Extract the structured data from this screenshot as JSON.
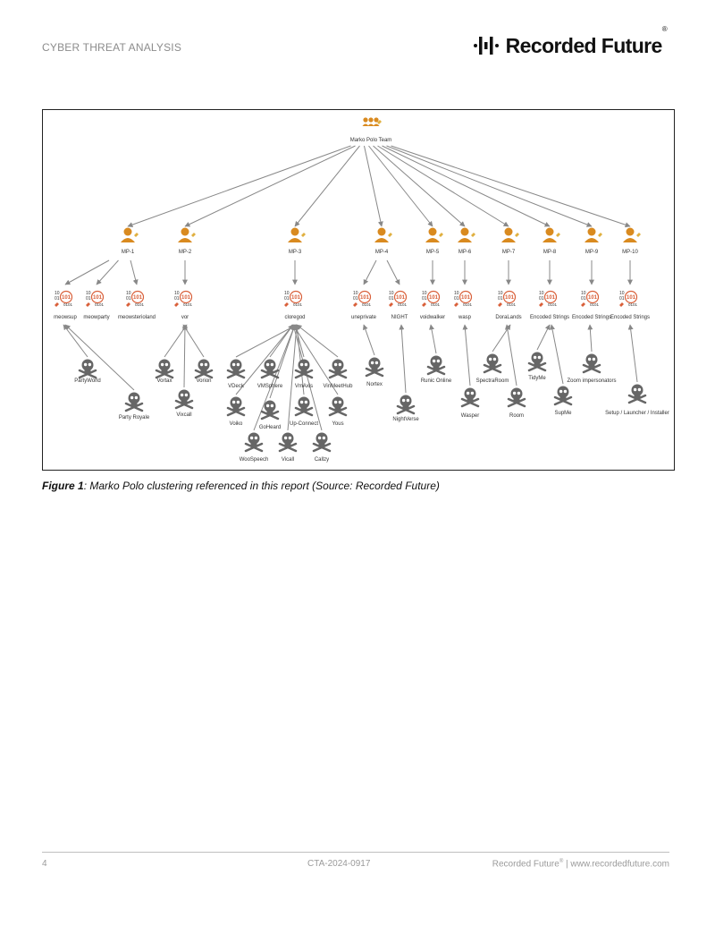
{
  "header": {
    "label": "CYBER THREAT ANALYSIS",
    "logo_text": "Recorded Future",
    "logo_mark": "®"
  },
  "figure": {
    "root": "Marko Polo Team",
    "groups": [
      {
        "name": "MP-1",
        "clusters": [
          "meowsup",
          "meowparty",
          "meowsterioland"
        ]
      },
      {
        "name": "MP-2",
        "clusters": [
          "vor"
        ]
      },
      {
        "name": "MP-3",
        "clusters": [
          "cloregod"
        ]
      },
      {
        "name": "MP-4",
        "clusters": [
          "uneprivate",
          "NIGHT"
        ]
      },
      {
        "name": "MP-5",
        "clusters": [
          "voidwalker"
        ]
      },
      {
        "name": "MP-6",
        "clusters": [
          "wasp"
        ]
      },
      {
        "name": "MP-7",
        "clusters": [
          "DoraLands"
        ]
      },
      {
        "name": "MP-8",
        "clusters": [
          "Encoded Strings"
        ]
      },
      {
        "name": "MP-9",
        "clusters": [
          "Encoded Strings"
        ]
      },
      {
        "name": "MP-10",
        "clusters": [
          "Encoded Strings"
        ]
      }
    ],
    "threats": [
      "PartyWorld",
      "Party Royale",
      "Vortax",
      "Vorion",
      "Vixcall",
      "VDeck",
      "VMSphere",
      "VmAxis",
      "VinMeetHub",
      "Voiko",
      "GoHeard",
      "Up-Connect",
      "Yous",
      "WooSpeech",
      "Vicall",
      "Callzy",
      "Nortex",
      "NightVerse",
      "Runic Online",
      "Wasper",
      "SpectraRoom",
      "Room",
      "TidyMe",
      "SupMe",
      "Zoom impersonators",
      "Setup / Launcher / Installer"
    ],
    "binary_glyph": {
      "top": "10",
      "mid": "01",
      "big": "101",
      "bottom": "0101"
    },
    "colors": {
      "actor": "#d98a1f",
      "skull": "#666666",
      "edge": "#888888",
      "code": "#d9603a"
    }
  },
  "caption": {
    "label": "Figure 1",
    "text": ": Marko Polo clustering referenced in this report (Source: Recorded Future)"
  },
  "footer": {
    "page": "4",
    "doc_id": "CTA-2024-0917",
    "brand": "Recorded Future",
    "brand_mark": "®",
    "url": " | www.recordedfuture.com"
  }
}
